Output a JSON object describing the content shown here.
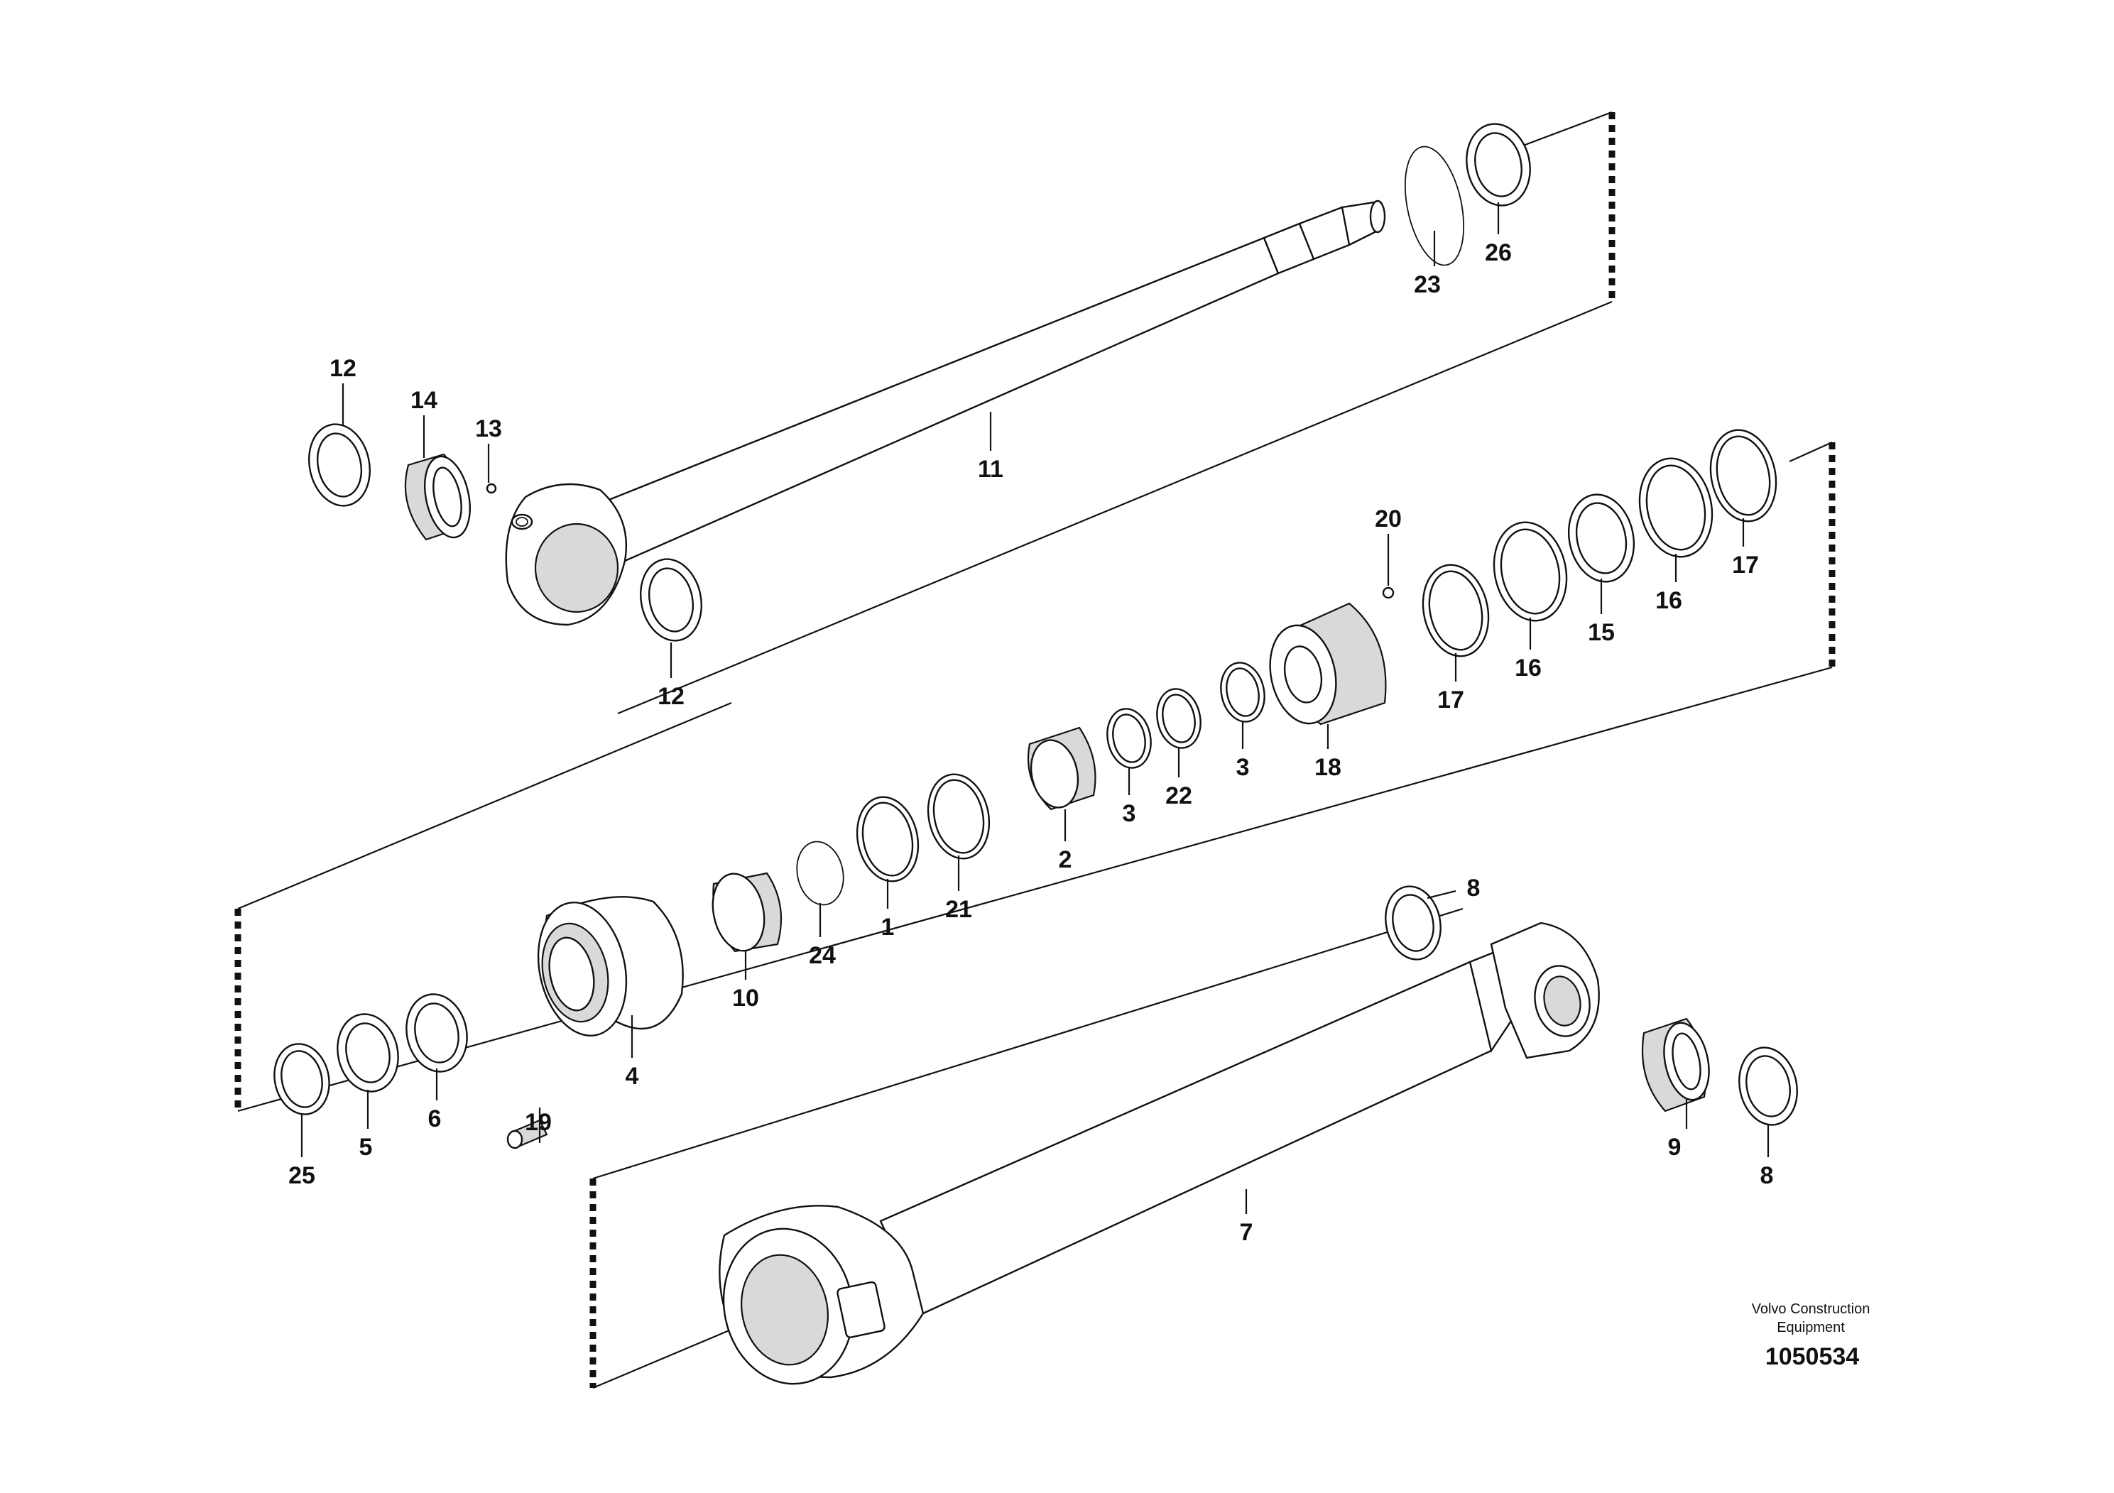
{
  "callouts": {
    "c1": "1",
    "c2": "2",
    "c3a": "3",
    "c3b": "3",
    "c4": "4",
    "c5": "5",
    "c6": "6",
    "c7": "7",
    "c8a": "8",
    "c8b": "8",
    "c9": "9",
    "c10": "10",
    "c11": "11",
    "c12a": "12",
    "c12b": "12",
    "c13": "13",
    "c14": "14",
    "c15": "15",
    "c16a": "16",
    "c16b": "16",
    "c17a": "17",
    "c17b": "17",
    "c18": "18",
    "c19": "19",
    "c20": "20",
    "c21": "21",
    "c22": "22",
    "c23": "23",
    "c24": "24",
    "c25": "25",
    "c26": "26"
  },
  "footer": {
    "brand_line1": "Volvo Construction",
    "brand_line2": "Equipment",
    "doc_number": "1050534"
  }
}
